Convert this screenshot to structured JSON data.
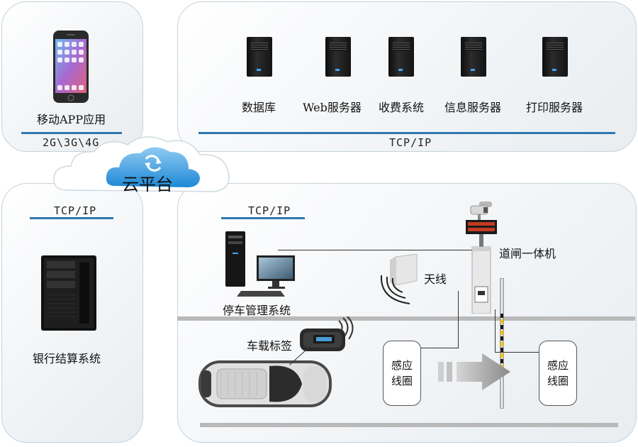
{
  "mobile": {
    "label": "移动APP应用",
    "network": "2G\\3G\\4G"
  },
  "servers": [
    {
      "label": "数据库",
      "icon": "server-icon"
    },
    {
      "label": "Web服务器",
      "icon": "server-icon"
    },
    {
      "label": "收费系统",
      "icon": "server-icon"
    },
    {
      "label": "信息服务器",
      "icon": "server-icon"
    },
    {
      "label": "打印服务器",
      "icon": "server-icon"
    }
  ],
  "server_protocol": "TCP/IP",
  "cloud": {
    "label": "云平台",
    "icon": "sync-icon"
  },
  "bank": {
    "label": "银行结算系统",
    "protocol": "TCP/IP"
  },
  "parking": {
    "protocol": "TCP/IP",
    "management_label": "停车管理系统",
    "gate_label": "道闸一体机",
    "antenna_label": "天线",
    "tag_label": "车载标签",
    "loop_left_label": [
      "感应",
      "线圈"
    ],
    "loop_right_label": [
      "感应",
      "线圈"
    ]
  },
  "colors": {
    "rule": "#2e78b0",
    "panel_border": "#c5d3dc",
    "cloud": "#1e88d6"
  }
}
